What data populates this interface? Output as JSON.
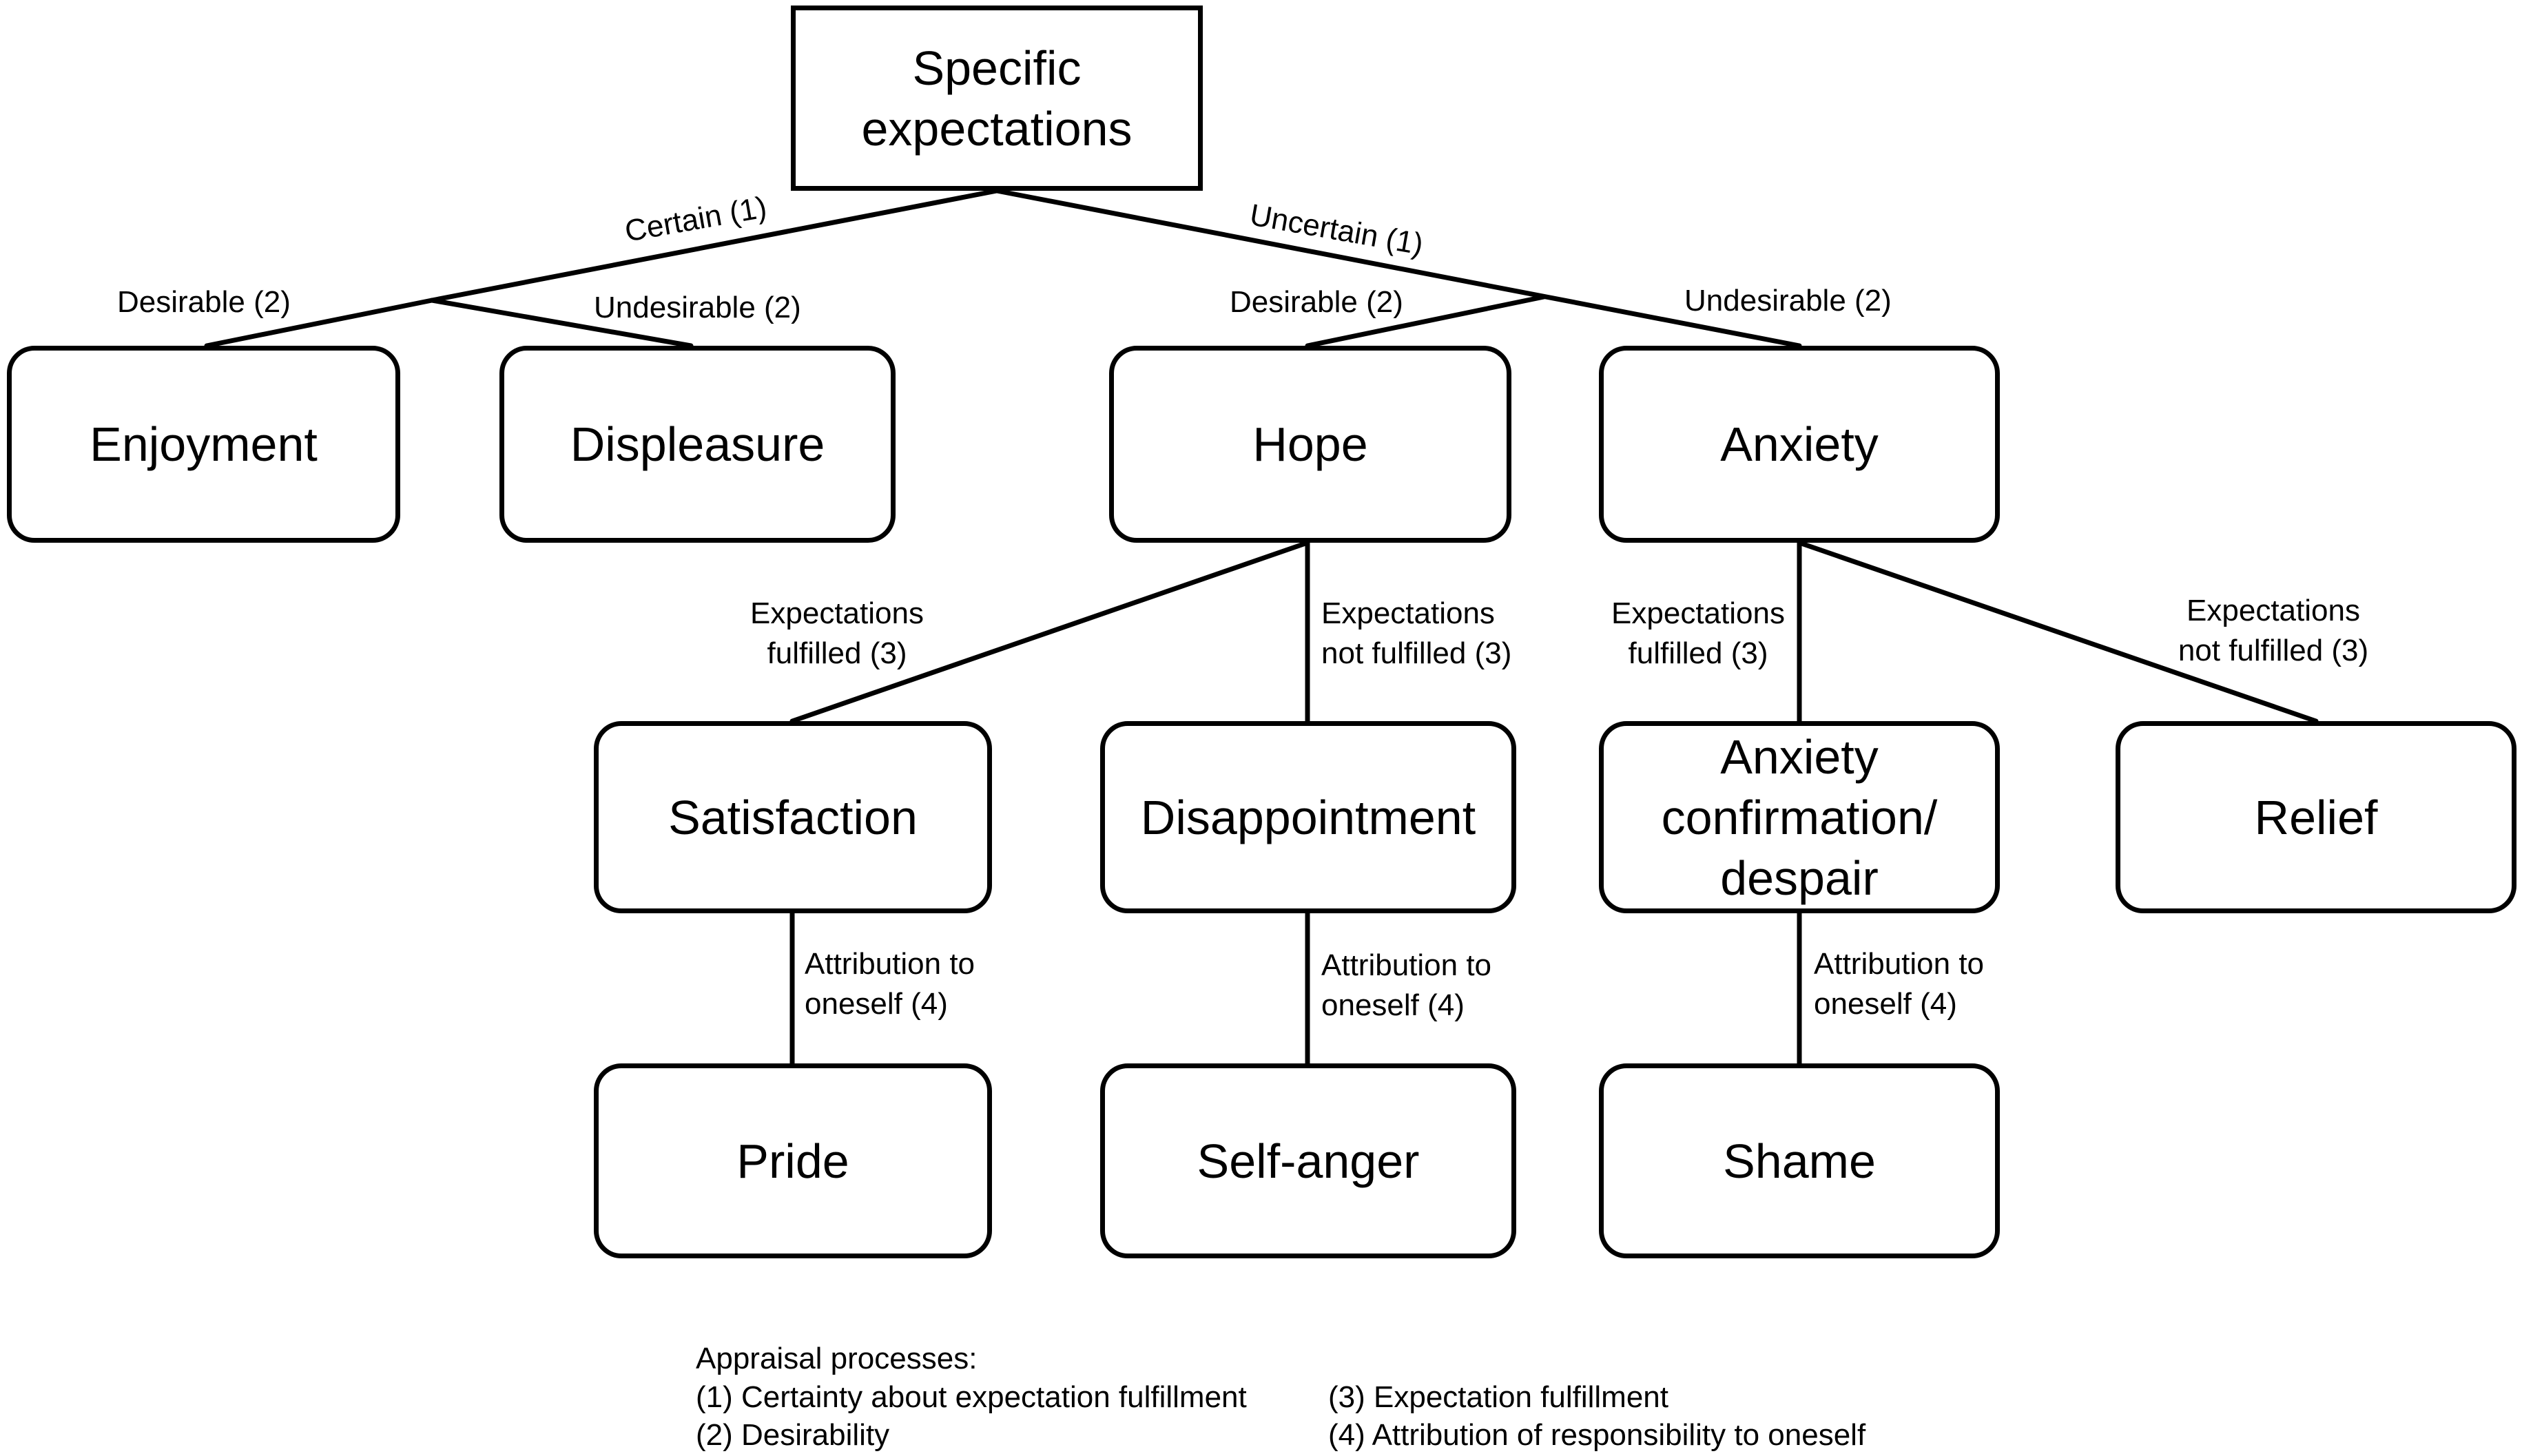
{
  "nodes": {
    "root": "Specific\nexpectations",
    "enjoyment": "Enjoyment",
    "displeasure": "Displeasure",
    "hope": "Hope",
    "anxiety": "Anxiety",
    "satisfaction": "Satisfaction",
    "disappointment": "Disappointment",
    "anxiety_confirmation": "Anxiety\nconfirmation/\ndespair",
    "relief": "Relief",
    "pride": "Pride",
    "self_anger": "Self-anger",
    "shame": "Shame"
  },
  "edges": {
    "certain": "Certain (1)",
    "uncertain": "Uncertain (1)",
    "desirable_left": "Desirable (2)",
    "undesirable_left": "Undesirable (2)",
    "desirable_right": "Desirable (2)",
    "undesirable_right": "Undesirable (2)",
    "hope_fulfilled": "Expectations\nfulfilled (3)",
    "hope_not_fulfilled": "Expectations\nnot fulfilled (3)",
    "anxiety_fulfilled": "Expectations\nfulfilled (3)",
    "anxiety_not_fulfilled": "Expectations\nnot fulfilled (3)",
    "attr_satisfaction": "Attribution to\noneself (4)",
    "attr_disappointment": "Attribution to\noneself (4)",
    "attr_anxiety": "Attribution to\noneself (4)"
  },
  "legend": {
    "title": "Appraisal processes:",
    "item1": "(1) Certainty about expectation fulfillment",
    "item2": "(2) Desirability",
    "item3": "(3) Expectation fulfillment",
    "item4": "(4) Attribution of responsibility to oneself"
  }
}
